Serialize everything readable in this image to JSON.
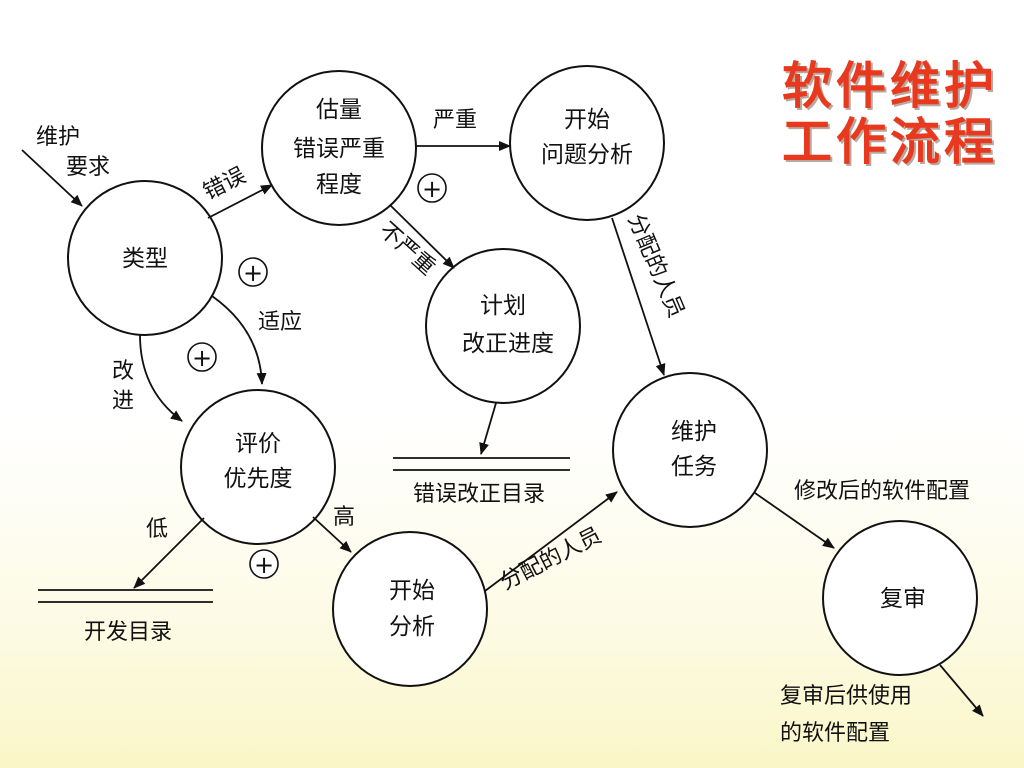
{
  "title": {
    "line1": "软件维护",
    "line2": "工作流程"
  },
  "nodes": {
    "type": {
      "lines": [
        "类型"
      ]
    },
    "estimate": {
      "lines": [
        "估量",
        "错误严重",
        "程度"
      ]
    },
    "start_problem": {
      "lines": [
        "开始",
        "问题分析"
      ]
    },
    "plan": {
      "lines": [
        "计划",
        "改正进度"
      ]
    },
    "evaluate": {
      "lines": [
        "评价",
        "优先度"
      ]
    },
    "maintain_task": {
      "lines": [
        "维护",
        "任务"
      ]
    },
    "start_analysis": {
      "lines": [
        "开始",
        "分析"
      ]
    },
    "review": {
      "lines": [
        "复审"
      ]
    }
  },
  "stores": {
    "error_dir": "错误改正目录",
    "dev_dir": "开发目录"
  },
  "labels": {
    "input_1": "维护",
    "input_2": "要求",
    "error": "错误",
    "severe": "严重",
    "not_severe": "不严重",
    "adapt": "适应",
    "improve_1": "改",
    "improve_2": "进",
    "low": "低",
    "high": "高",
    "assigned_1": "分配的人员",
    "assigned_2": "分配的人员",
    "modified_config": "修改后的软件配置",
    "final_1": "复审后供使用",
    "final_2": "的软件配置"
  },
  "plus_sign": "+"
}
